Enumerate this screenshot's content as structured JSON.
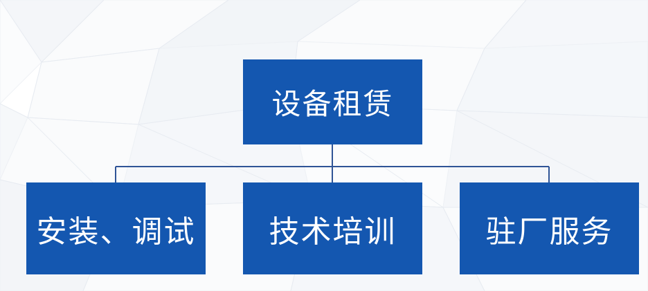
{
  "diagram": {
    "type": "org-chart",
    "accent_color": "#1457b0",
    "text_color": "#ffffff",
    "background_color": "#ffffff",
    "connector_color": "#2f5496",
    "root": {
      "label": "设备租赁"
    },
    "children": [
      {
        "label": "安装、调试"
      },
      {
        "label": "技术培训"
      },
      {
        "label": "驻厂服务"
      }
    ]
  }
}
